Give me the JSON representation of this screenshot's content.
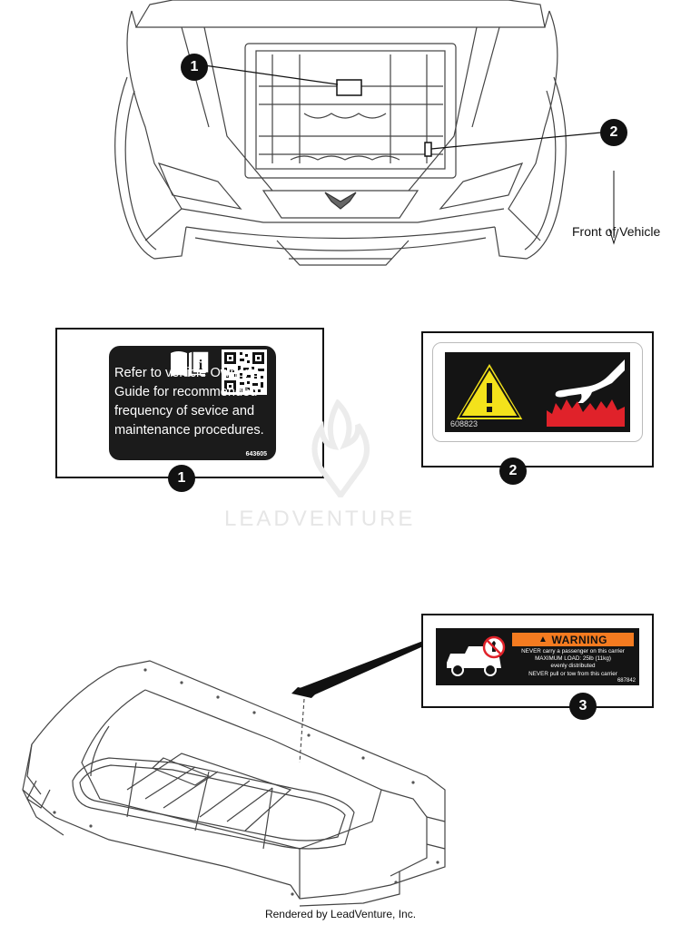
{
  "callouts": {
    "one": "1",
    "two": "2",
    "three": "3"
  },
  "front_label": "Front of Vehicle",
  "decal_1": {
    "text": "Refer to vehicle Owner’s Guide for recommended frequency of sevice and maintenance procedures.",
    "part_number": "643605",
    "icons": [
      "book-info-icon",
      "qr-code-icon"
    ]
  },
  "decal_2": {
    "part_number": "608823",
    "icons": [
      "warning-triangle-icon",
      "hand-burn-hazard-icon"
    ]
  },
  "decal_3": {
    "header": "WARNING",
    "lines": [
      "NEVER carry a passenger on this carrier",
      "MAXIMUM LOAD: 25lb (11kg)",
      "evenly distributed",
      "NEVER pull or tow from this carrier"
    ],
    "part_number": "687842",
    "icons": [
      "vehicle-no-passenger-icon"
    ]
  },
  "watermark": "LEADVENTURE",
  "footer": "Rendered by LeadVenture, Inc.",
  "colors": {
    "warning_orange": "#f47b20",
    "hazard_yellow": "#f3e21b",
    "hazard_red": "#e0222a",
    "decal_black": "#141414"
  }
}
